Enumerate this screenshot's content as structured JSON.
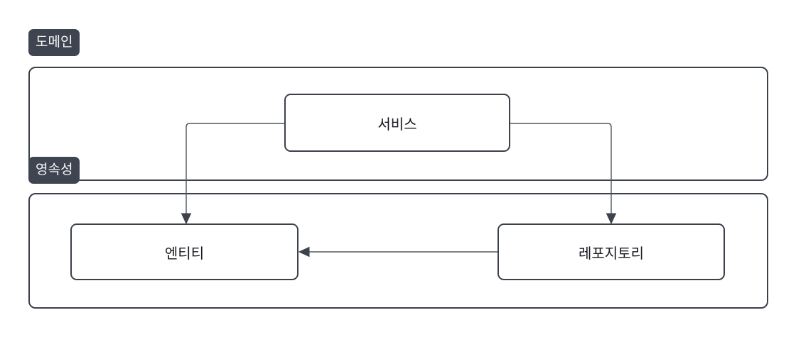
{
  "diagram": {
    "type": "flowchart",
    "groups": [
      {
        "id": "domain",
        "label": "도메인"
      },
      {
        "id": "persistence",
        "label": "영속성"
      }
    ],
    "nodes": [
      {
        "id": "service",
        "label": "서비스",
        "group": "domain"
      },
      {
        "id": "entity",
        "label": "엔티티",
        "group": "persistence"
      },
      {
        "id": "repository",
        "label": "레포지토리",
        "group": "persistence"
      }
    ],
    "edges": [
      {
        "from": "service",
        "to": "entity",
        "style": "arrow"
      },
      {
        "from": "service",
        "to": "repository",
        "style": "arrow"
      },
      {
        "from": "repository",
        "to": "entity",
        "style": "arrow"
      }
    ],
    "colors": {
      "canvas_background": "#ffffff",
      "group_border": "#3b4149",
      "node_border": "#3b4149",
      "label_background": "#3e4550",
      "label_text": "#f4f5f6",
      "node_text": "#16191f",
      "connector": "#53585e",
      "arrowhead": "#3d434b"
    }
  }
}
